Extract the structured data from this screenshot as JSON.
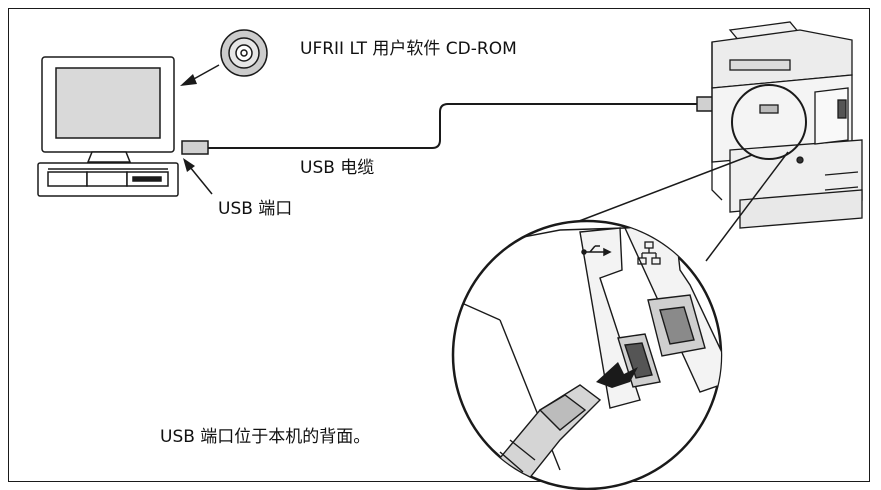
{
  "labels": {
    "cd_rom": "UFRII LT 用户软件 CD-ROM",
    "usb_cable": "USB 电缆",
    "usb_port": "USB 端口",
    "note": "USB 端口位于本机的背面。"
  },
  "icons": {
    "usb_symbol": "usb-icon",
    "network_symbol": "network-icon",
    "cd": "cd-icon",
    "computer": "computer-icon",
    "printer": "printer-icon"
  }
}
